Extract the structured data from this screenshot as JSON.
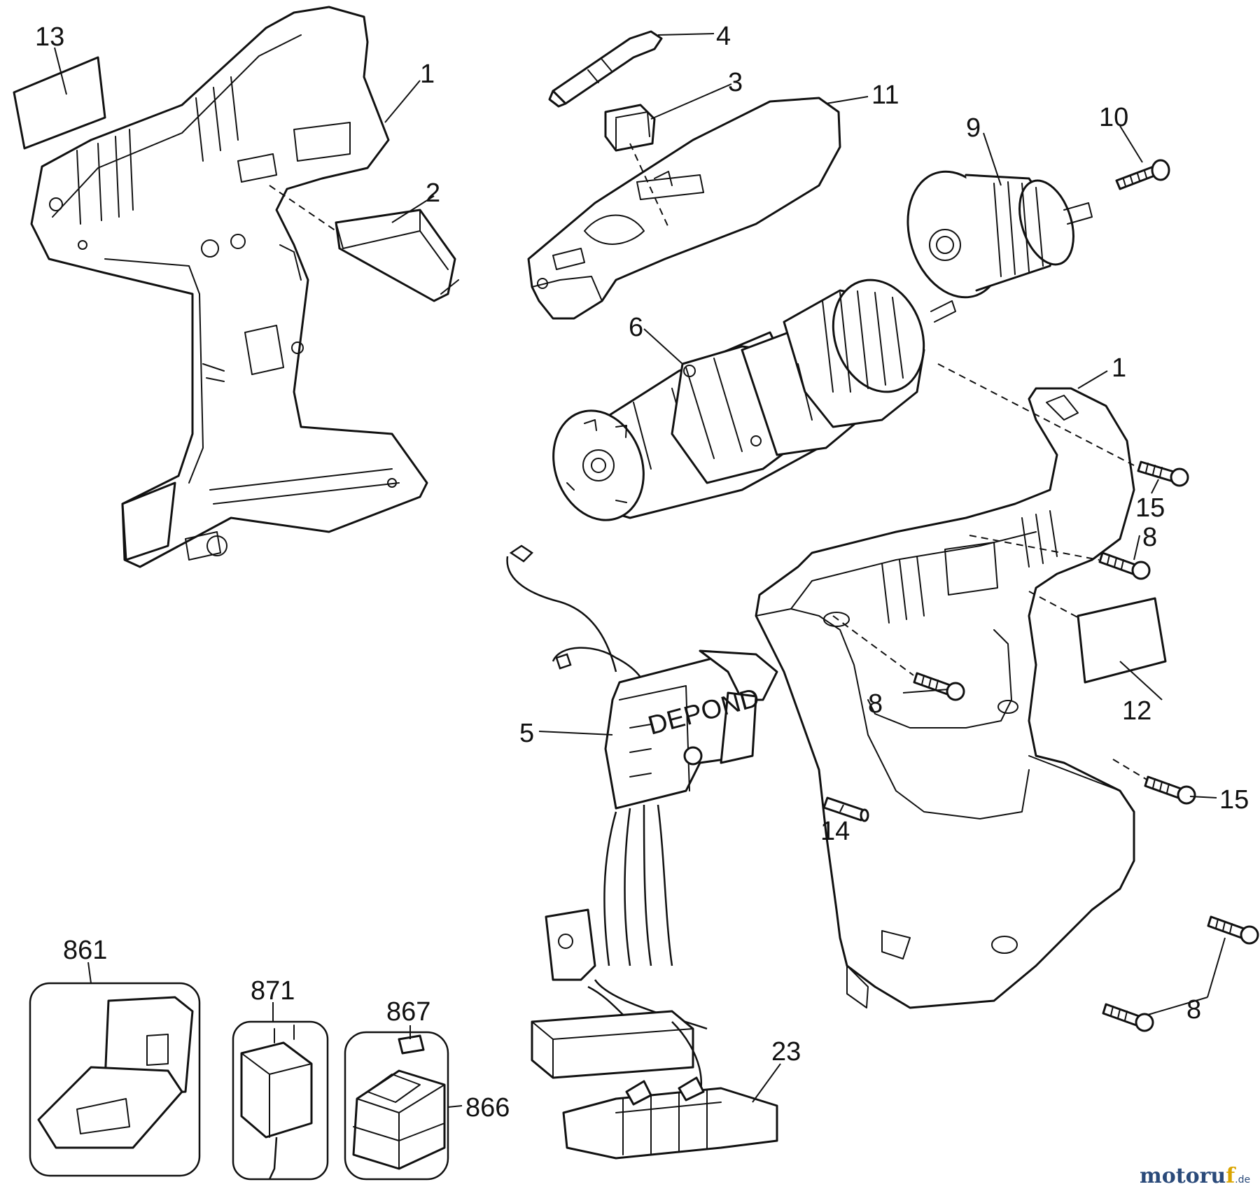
{
  "callouts": {
    "c13": "13",
    "c1_top": "1",
    "c2": "2",
    "c4": "4",
    "c3": "3",
    "c11": "11",
    "c9": "9",
    "c10": "10",
    "c6": "6",
    "c1_right": "1",
    "c15_upper": "15",
    "c8_upper": "8",
    "c8_middle": "8",
    "c12": "12",
    "c5": "5",
    "c15_lower": "15",
    "c14": "14",
    "c861": "861",
    "c871": "871",
    "c867": "867",
    "c866": "866",
    "c23": "23",
    "c8_lower": "8"
  },
  "switch_marking": "DEPOND",
  "watermark": {
    "brand_start": "motoru",
    "brand_accent": "f",
    "suffix": ".de"
  }
}
